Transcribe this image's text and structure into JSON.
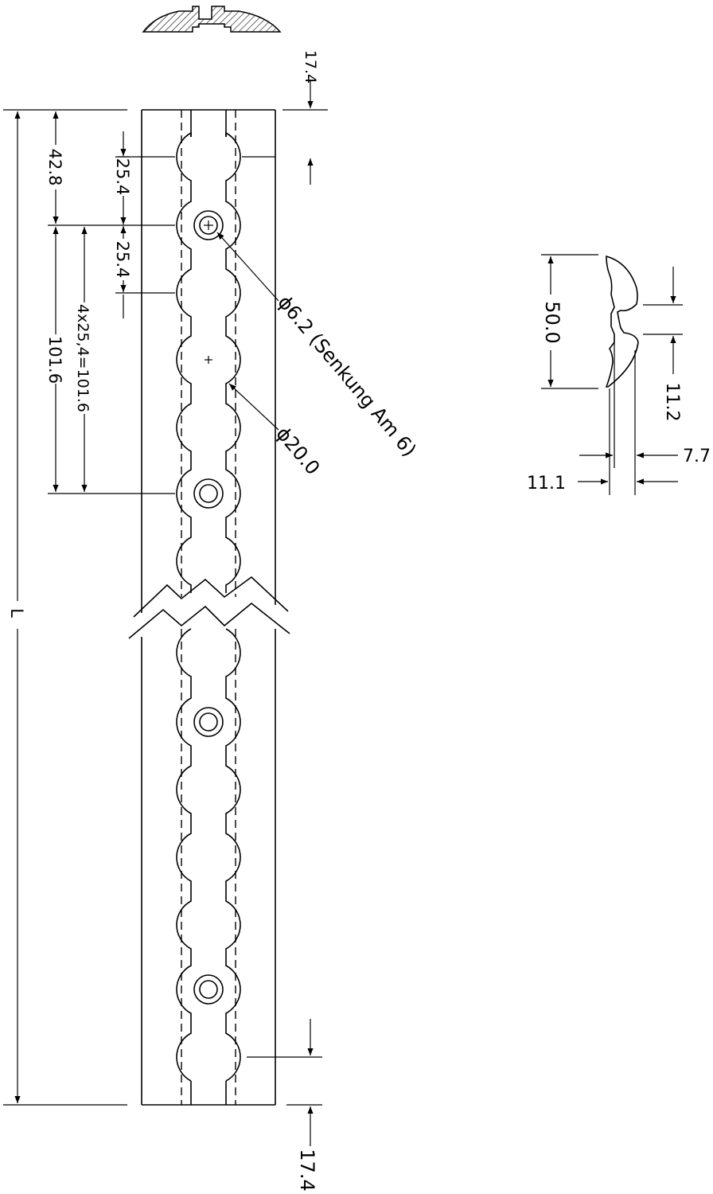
{
  "dimensions": {
    "top_offset": "17.4",
    "bottom_offset": "17.4",
    "first_hole_distance": "42.8",
    "pitch_1": "25.4",
    "pitch_2": "25.4",
    "four_pitch_total": "101.6",
    "four_pitch_formula": "4x25,4=101.6",
    "length_symbol": "L",
    "countersunk_hole": "ϕ6.2 (Senkung Am 6)",
    "slot_diameter": "ϕ20.0",
    "profile_width": "50.0",
    "slot_opening": "11.2",
    "thickness_total": "11.1",
    "thickness_flange": "7.7"
  }
}
